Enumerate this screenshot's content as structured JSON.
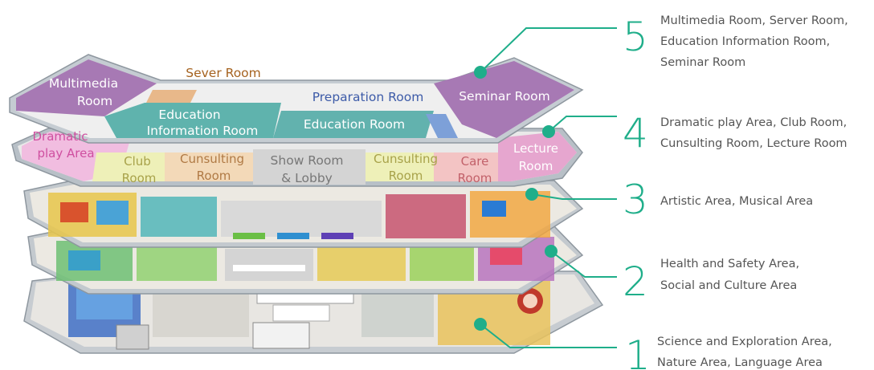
{
  "floor5_rooms": {
    "multimedia": [
      "Multimedia",
      "Room"
    ],
    "server": "Sever Room",
    "education_information": [
      "Education",
      "Information Room"
    ],
    "preparation": "Preparation Room",
    "education": "Education Room",
    "seminar": "Seminar Room"
  },
  "floor4_rooms": {
    "dramatic": [
      "Dramatic",
      "play Area"
    ],
    "club": [
      "Club",
      "Room"
    ],
    "consulting_left": [
      "Cunsulting",
      "Room"
    ],
    "show_room": [
      "Show Room",
      "& Lobby"
    ],
    "consulting_right": [
      "Cunsulting",
      "Room"
    ],
    "care": [
      "Care",
      "Room"
    ],
    "lecture": [
      "Lecture",
      "Room"
    ]
  },
  "legend": [
    {
      "number": "5",
      "lines": [
        "Multimedia Room, Server Room,",
        "Education Information Room,",
        "Seminar Room"
      ]
    },
    {
      "number": "4",
      "lines": [
        "Dramatic play Area, Club Room,",
        "Cunsulting Room, Lecture Room"
      ]
    },
    {
      "number": "3",
      "lines": [
        "Artistic Area, Musical Area"
      ]
    },
    {
      "number": "2",
      "lines": [
        "Health and Safety Area,",
        "Social and Culture Area"
      ]
    },
    {
      "number": "1",
      "lines": [
        "Science and Exploration Area,",
        "Nature Area, Language Area"
      ]
    }
  ],
  "colors": {
    "accent": "#1fae8a",
    "purple": "#a779b4",
    "teal": "#5fb3ad",
    "pink": "#d96bb0",
    "text_gray": "#555555"
  }
}
